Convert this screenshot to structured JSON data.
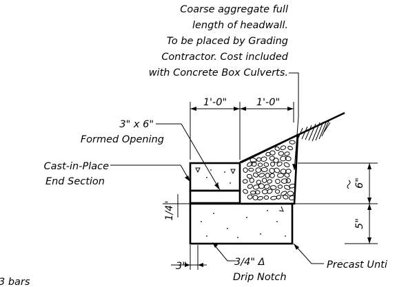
{
  "notes": {
    "coarse_aggregate": [
      "Coarse aggregate full",
      "length of headwall.",
      "To be placed by Grading",
      "Contractor. Cost included",
      "with Concrete Box Culverts."
    ],
    "formed_opening": [
      "3\" x 6\"",
      "Formed Opening"
    ],
    "cast_in_place": [
      "Cast-in-Place",
      "End Section"
    ],
    "drip_notch": [
      "3/4\" Δ",
      "Drip Notch"
    ],
    "precast_unit": "Precast Unti",
    "bars": "3 bars"
  },
  "dimensions": {
    "top_left": "1'-0\"",
    "top_right": "1'-0\"",
    "right_upper": "6\"",
    "right_lower": "5\"",
    "left_small": "1/4\"",
    "bottom_left": "3\""
  }
}
